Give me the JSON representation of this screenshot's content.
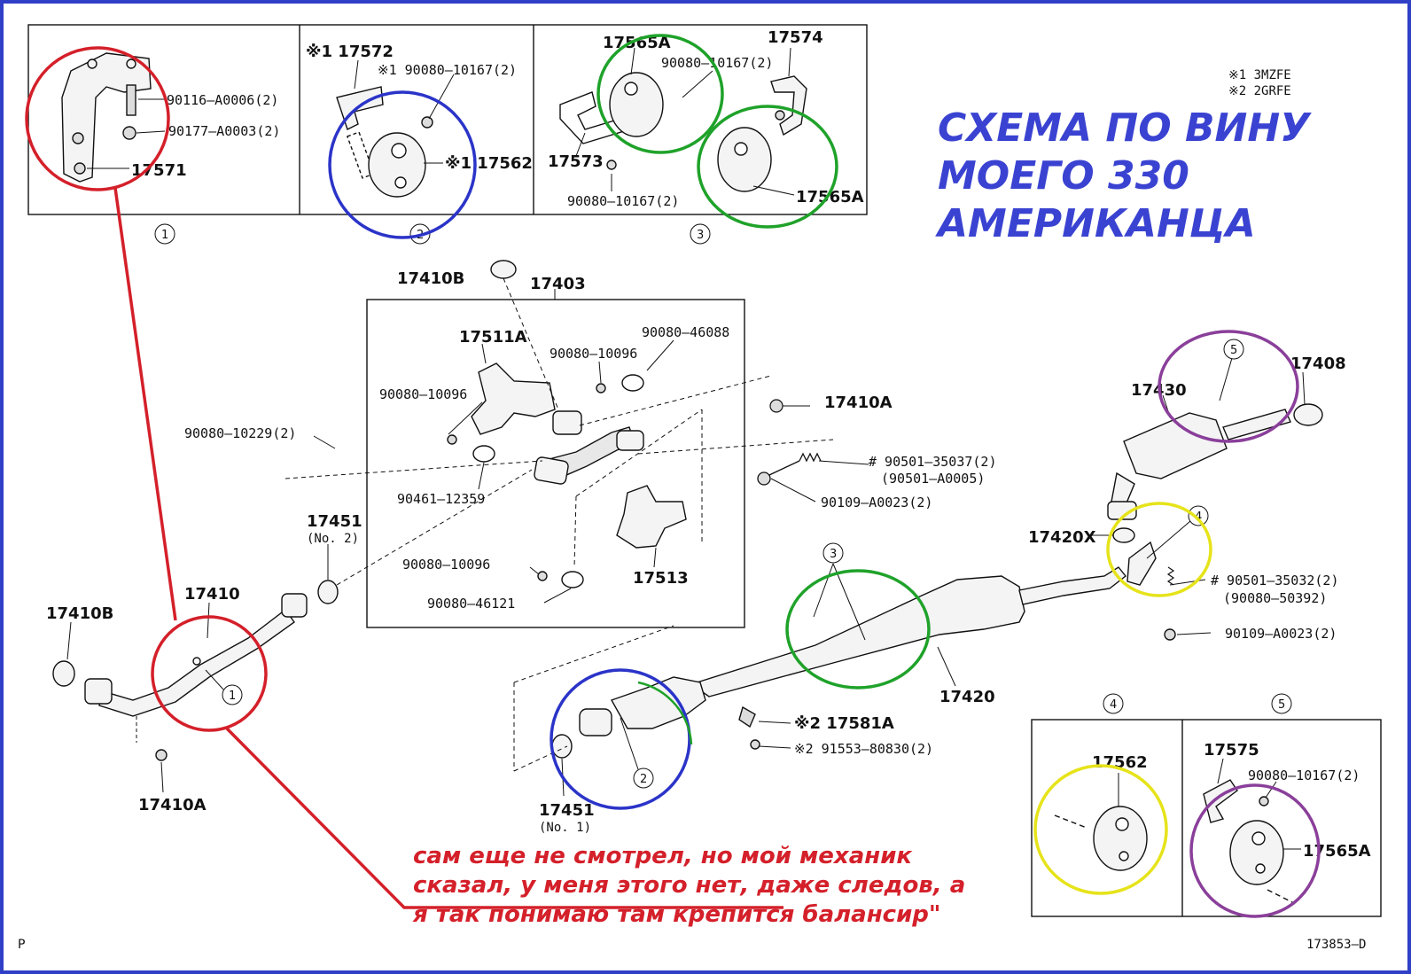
{
  "title": {
    "line1": "СХЕМА ПО ВИНУ",
    "line2": "МОЕГО 330",
    "line3": "АМЕРИКАНЦА"
  },
  "notes": {
    "n1": "※1  3MZFE",
    "n2": "※2  2GRFE"
  },
  "caption": {
    "line1": "сам еще не смотрел, но мой механик",
    "line2": "сказал, у меня этого нет, даже следов, а",
    "line3": "я так понимаю там крепится балансир\""
  },
  "footer": {
    "left": "P",
    "right": "173853–D"
  },
  "inset_numbers": [
    "1",
    "2",
    "3",
    "4",
    "5"
  ],
  "parts": {
    "p90116": "90116–A0006(2)",
    "p90177": "90177–A0003(2)",
    "p17571": "17571",
    "p17572": "※1 17572",
    "p90080_10167_a": "※1  90080–10167(2)",
    "p17562_a": "※1 17562",
    "p17565A_top": "17565A",
    "p90080_10167_b": "90080–10167(2)",
    "p17574": "17574",
    "p17573": "17573",
    "p90080_10167_c": "90080–10167(2)",
    "p17565A_b": "17565A",
    "p17410B_top": "17410B",
    "p17403": "17403",
    "p17511A": "17511A",
    "p90080_46088": "90080–46088",
    "p90080_10096_a": "90080–10096",
    "p90080_10096_b": "90080–10096",
    "p17410A_mid": "17410A",
    "p90080_10229": "90080–10229(2)",
    "p90461": "90461–12359",
    "p90501_35037": "# 90501–35037(2)",
    "p90501_A0005": "(90501–A0005)",
    "p90109_a": "90109–A0023(2)",
    "p17451_no2": "17451",
    "no2": "(No. 2)",
    "p90080_10096_c": "90080–10096",
    "p17513": "17513",
    "p90080_46121": "90080–46121",
    "p17410": "17410",
    "p17410B_left": "17410B",
    "p17410A_left": "17410A",
    "p17430": "17430",
    "p17408": "17408",
    "p17420X": "17420X",
    "p90501_35032": "# 90501–35032(2)",
    "p90080_50392": "(90080–50392)",
    "p90109_b": "90109–A0023(2)",
    "p17420": "17420",
    "p17581A": "※2 17581A",
    "p91553": "※2 91553–80830(2)",
    "p17451_no1": "17451",
    "no1": "(No. 1)",
    "p17562_b": "17562",
    "p17575": "17575",
    "p90080_10167_d": "90080–10167(2)",
    "p17565A_c": "17565A"
  },
  "colors": {
    "frame": "#2f3fc6",
    "red": "#d4202a",
    "blue": "#2b34c8",
    "green": "#1fa22a",
    "yellow": "#e6e31a",
    "purple": "#8a3f9a",
    "title": "#3a43d1"
  }
}
